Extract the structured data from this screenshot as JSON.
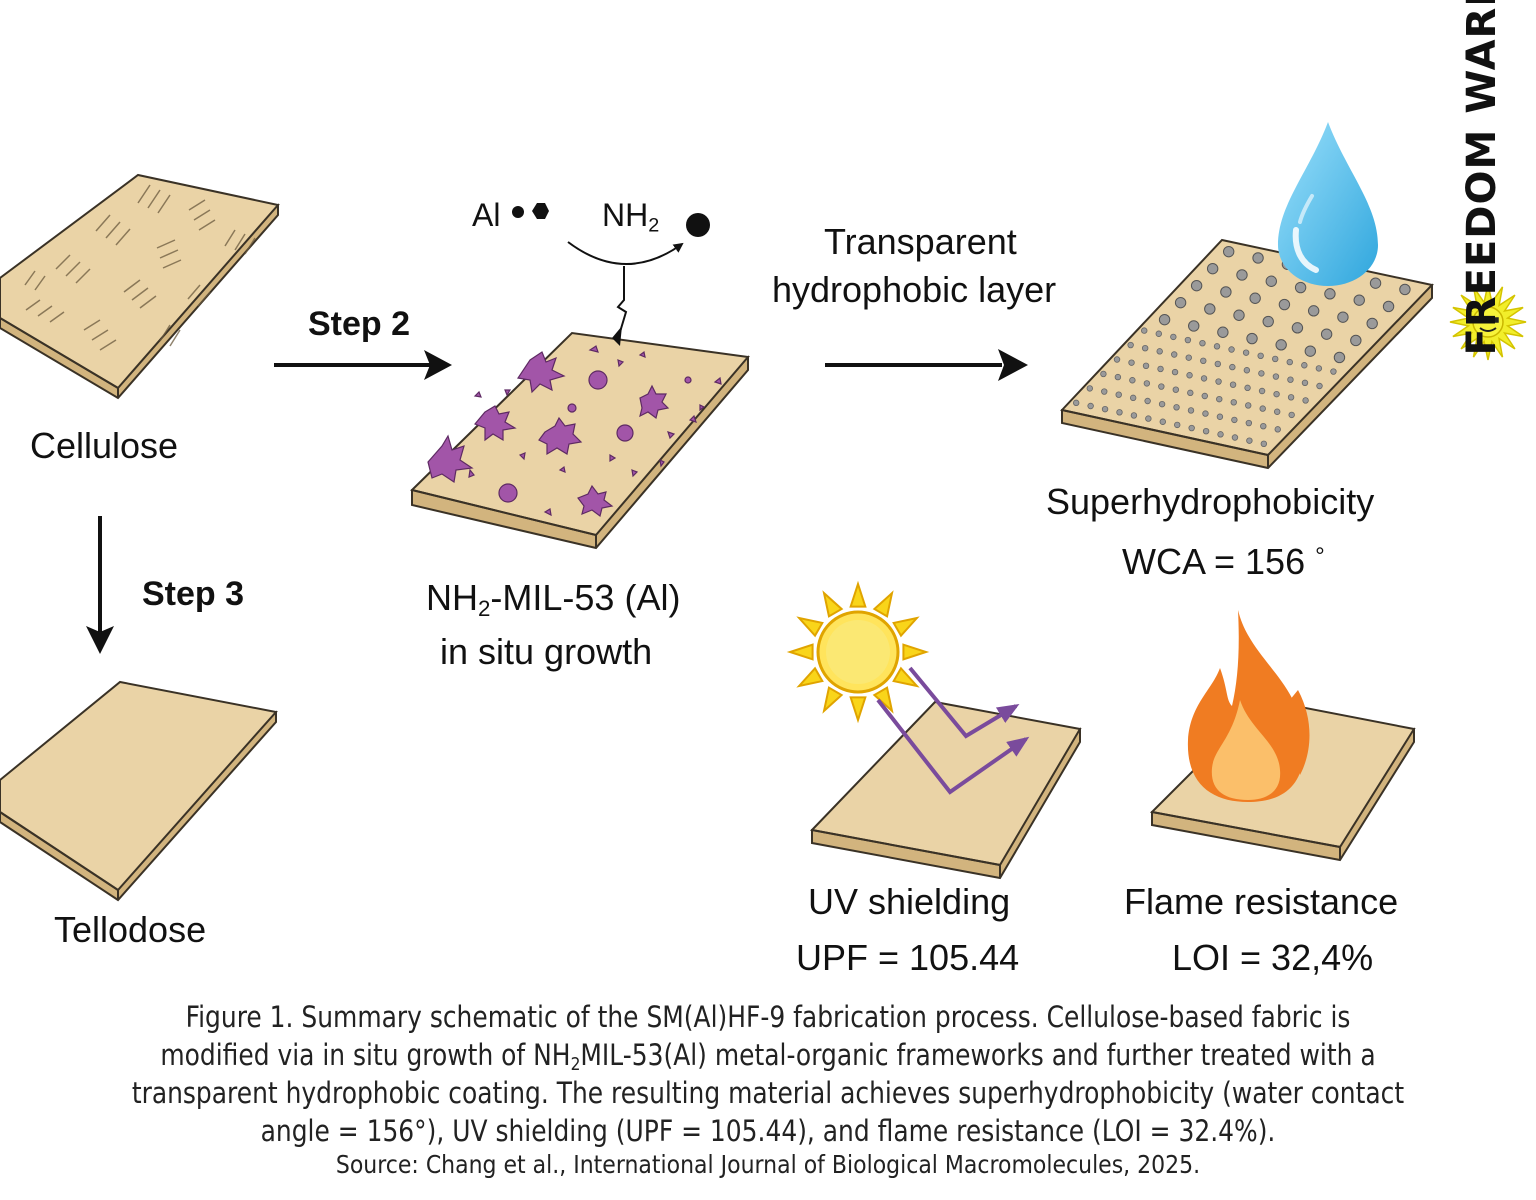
{
  "labels": {
    "cellulose": "Cellulose",
    "tellodose": "Tellodose",
    "step2": "Step 2",
    "step3": "Step 3",
    "mof_formula_pre": "NH",
    "mof_formula_sub": "2",
    "mof_formula_post": "-MIL-53 (Al)",
    "mof_line2": "in situ growth",
    "reagent_al": "Al",
    "reagent_nh": "NH",
    "reagent_nh_sub": "2",
    "layer_line1": "Transparent",
    "layer_line2": "hydrophobic layer",
    "superhydro": "Superhydrophobicity",
    "wca": "WCA = 156",
    "wca_degree": "°",
    "uv_title": "UV shielding",
    "uv_value": "UPF = 105.44",
    "flame_title": "Flame resistance",
    "flame_value": "LOI = 32,4%"
  },
  "caption": {
    "line1": "Figure 1. Summary schematic of the SM(Al)HF-9 fabrication process. Cellulose-based fabric is",
    "line2_pre": "modified via in situ growth of NH",
    "line2_sub": "2",
    "line2_post": "MIL-53(Al) metal-organic frameworks and further treated with a",
    "line3": "transparent hydrophobic coating. The resulting material achieves superhydrophobicity (water contact",
    "line4": "angle = 156°), UV shielding (UPF = 105.44), and flame resistance (LOI = 32.4%).",
    "source": "Source: Chang et al., International Journal of Biological Macromolecules, 2025."
  },
  "brand": {
    "text": "FREEDOM WARES",
    "icon": "sun-smiley-icon"
  },
  "colors": {
    "fabric_top": "#EAD3A6",
    "fabric_side": "#D2B47E",
    "outline": "#3A3226",
    "mof": "#A255A8",
    "droplet": "#5EC2EC",
    "sun": "#F9D51A",
    "flame_outer": "#F07C22",
    "flame_inner": "#FBBF6A",
    "uv_arrow": "#7A4B9C"
  }
}
